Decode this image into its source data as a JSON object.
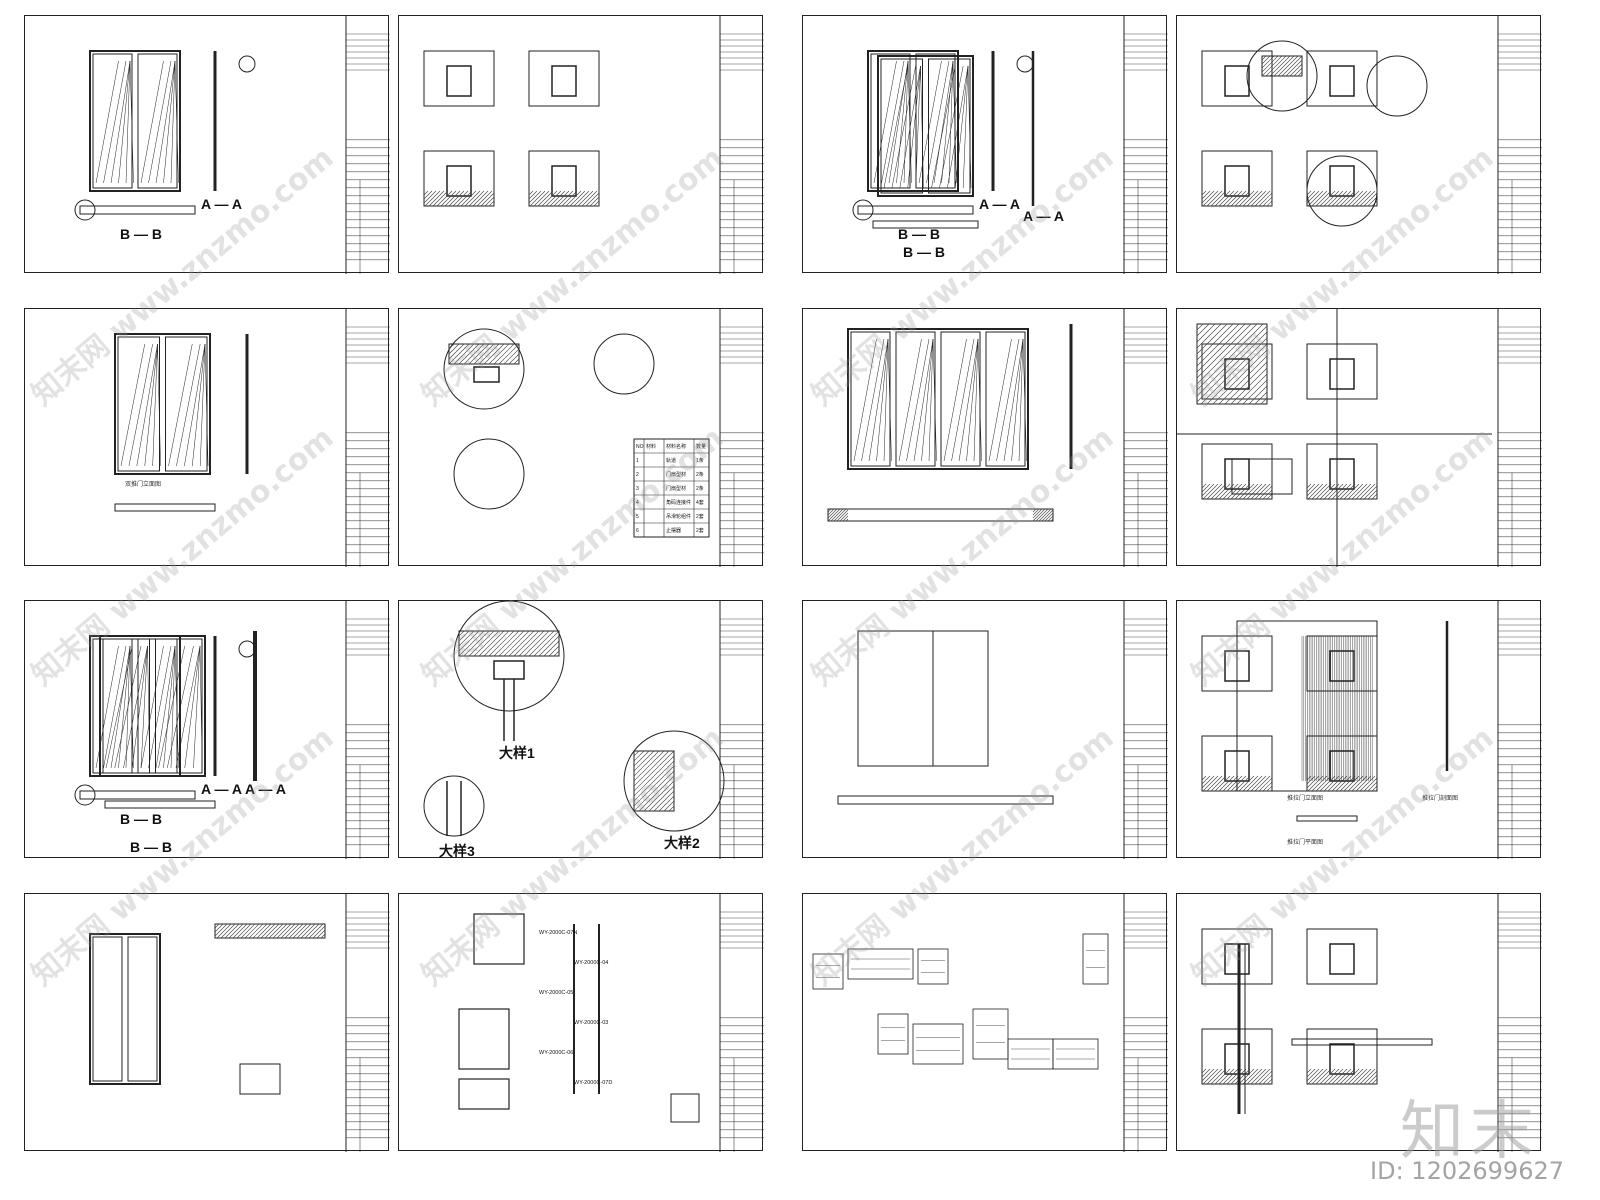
{
  "labels": {
    "aa": "A — A",
    "bb": "B — B",
    "detail1": "大样1",
    "detail2": "大样2",
    "detail3": "大样3",
    "double_door_elevation": "双推门立面图",
    "push_pull_elevation": "推拉门立面图",
    "push_pull_section": "推拉门剖面图",
    "push_pull_plan": "推拉门平面图"
  },
  "material_table": {
    "headers": [
      "NO",
      "材料",
      "材料名称",
      "数量"
    ],
    "rows": [
      {
        "no": "1",
        "name": "轨道",
        "qty": "1条"
      },
      {
        "no": "2",
        "name": "门扇型材",
        "qty": "2条"
      },
      {
        "no": "3",
        "name": "门扇型材",
        "qty": "2条"
      },
      {
        "no": "4",
        "name": "角码连接件",
        "qty": "4套"
      },
      {
        "no": "5",
        "name": "吊滑轮组件",
        "qty": "2套"
      },
      {
        "no": "6",
        "name": "止摆器",
        "qty": "2套"
      }
    ]
  },
  "profile_codes": [
    "WY-2000C-07N",
    "WY-2000C-04",
    "WY-2000C-05",
    "WY-2000C-03",
    "WY-2000C-06",
    "WY-2000C-07D"
  ],
  "watermark": {
    "text": "znzmo.com",
    "logo": "知末网",
    "brand": "知末",
    "id": "ID: 1202699627"
  }
}
